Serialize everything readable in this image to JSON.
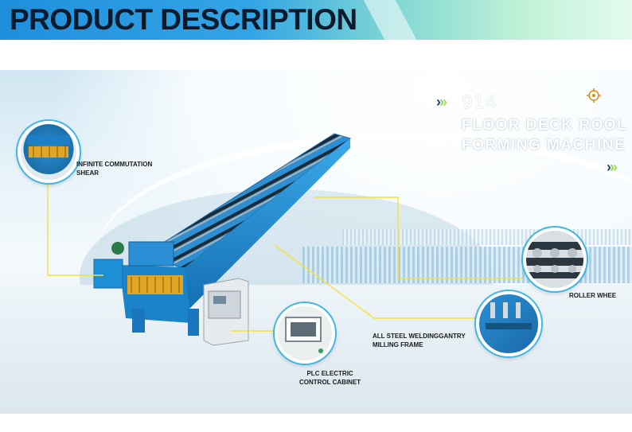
{
  "header": {
    "title": "PRODUCT DESCRIPTION"
  },
  "product": {
    "model": "914",
    "name_line1": "FLOOR DECK ROOL",
    "name_line2": "FORMING MACHINE"
  },
  "callouts": {
    "shear": {
      "line1": "INFINITE COMMUTATION",
      "line2": "SHEAR"
    },
    "roller": {
      "line1": "ROLLER WHEE"
    },
    "frame": {
      "line1": "ALL STEEL WELDINGGANTRY",
      "line2": "MILLING FRAME"
    },
    "plc": {
      "line1": "PLC ELECTRIC",
      "line2": "CONTROL CABINET"
    }
  },
  "colors": {
    "machine_blue": "#1e8fd6",
    "callout_line": "#f2e23a",
    "accent_green": "#9ee24d"
  }
}
